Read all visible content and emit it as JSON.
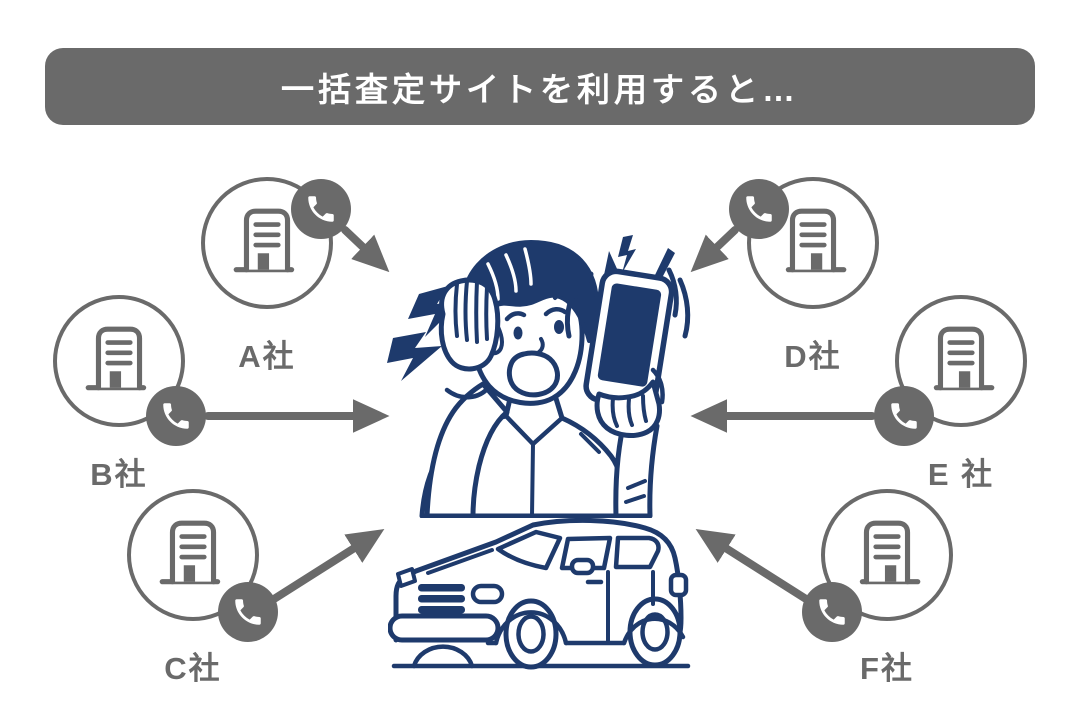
{
  "banner": {
    "text": "一括査定サイトを利用すると…"
  },
  "colors": {
    "gray": "#6a6a6a",
    "navy": "#1e3a6c",
    "white": "#ffffff"
  },
  "companies": [
    {
      "label": "A社",
      "icon": "building-icon",
      "badge_icon": "phone-icon"
    },
    {
      "label": "B社",
      "icon": "building-icon",
      "badge_icon": "phone-icon"
    },
    {
      "label": "C社",
      "icon": "building-icon",
      "badge_icon": "phone-icon"
    },
    {
      "label": "D社",
      "icon": "building-icon",
      "badge_icon": "phone-icon"
    },
    {
      "label": "E 社",
      "icon": "building-icon",
      "badge_icon": "phone-icon"
    },
    {
      "label": "F社",
      "icon": "building-icon",
      "badge_icon": "phone-icon"
    }
  ],
  "center": {
    "person_illustration": "worried-man-receiving-many-calls",
    "phone_illustration": "ringing-smartphone",
    "car_illustration": "suv-car"
  }
}
